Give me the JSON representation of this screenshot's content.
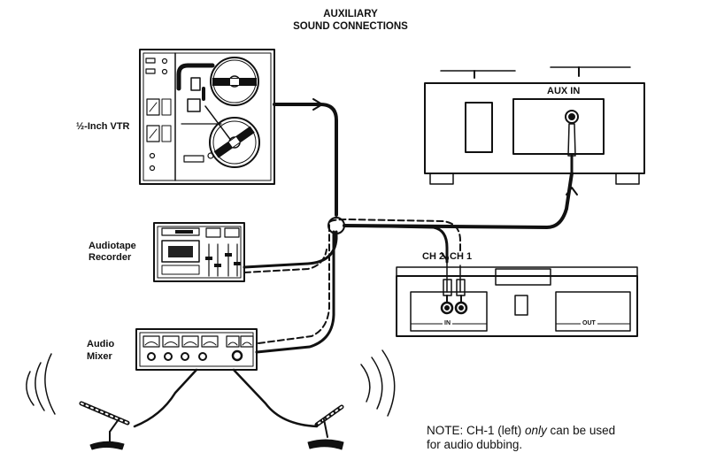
{
  "title": {
    "line1": "AUXILIARY",
    "line2": "SOUND CONNECTIONS"
  },
  "labels": {
    "vtr": "½-Inch VTR",
    "audiotape_line1": "Audiotape",
    "audiotape_line2": "Recorder",
    "mixer_line1": "Audio",
    "mixer_line2": "Mixer",
    "aux_in": "AUX IN",
    "ch2": "CH 2",
    "ch1": "CH 1",
    "in": "IN",
    "out": "OUT"
  },
  "note": {
    "prefix": "NOTE:",
    "text_before": " CH-1 (left) ",
    "emphasis": "only",
    "text_after": " can be used",
    "line2": "for audio dubbing."
  }
}
